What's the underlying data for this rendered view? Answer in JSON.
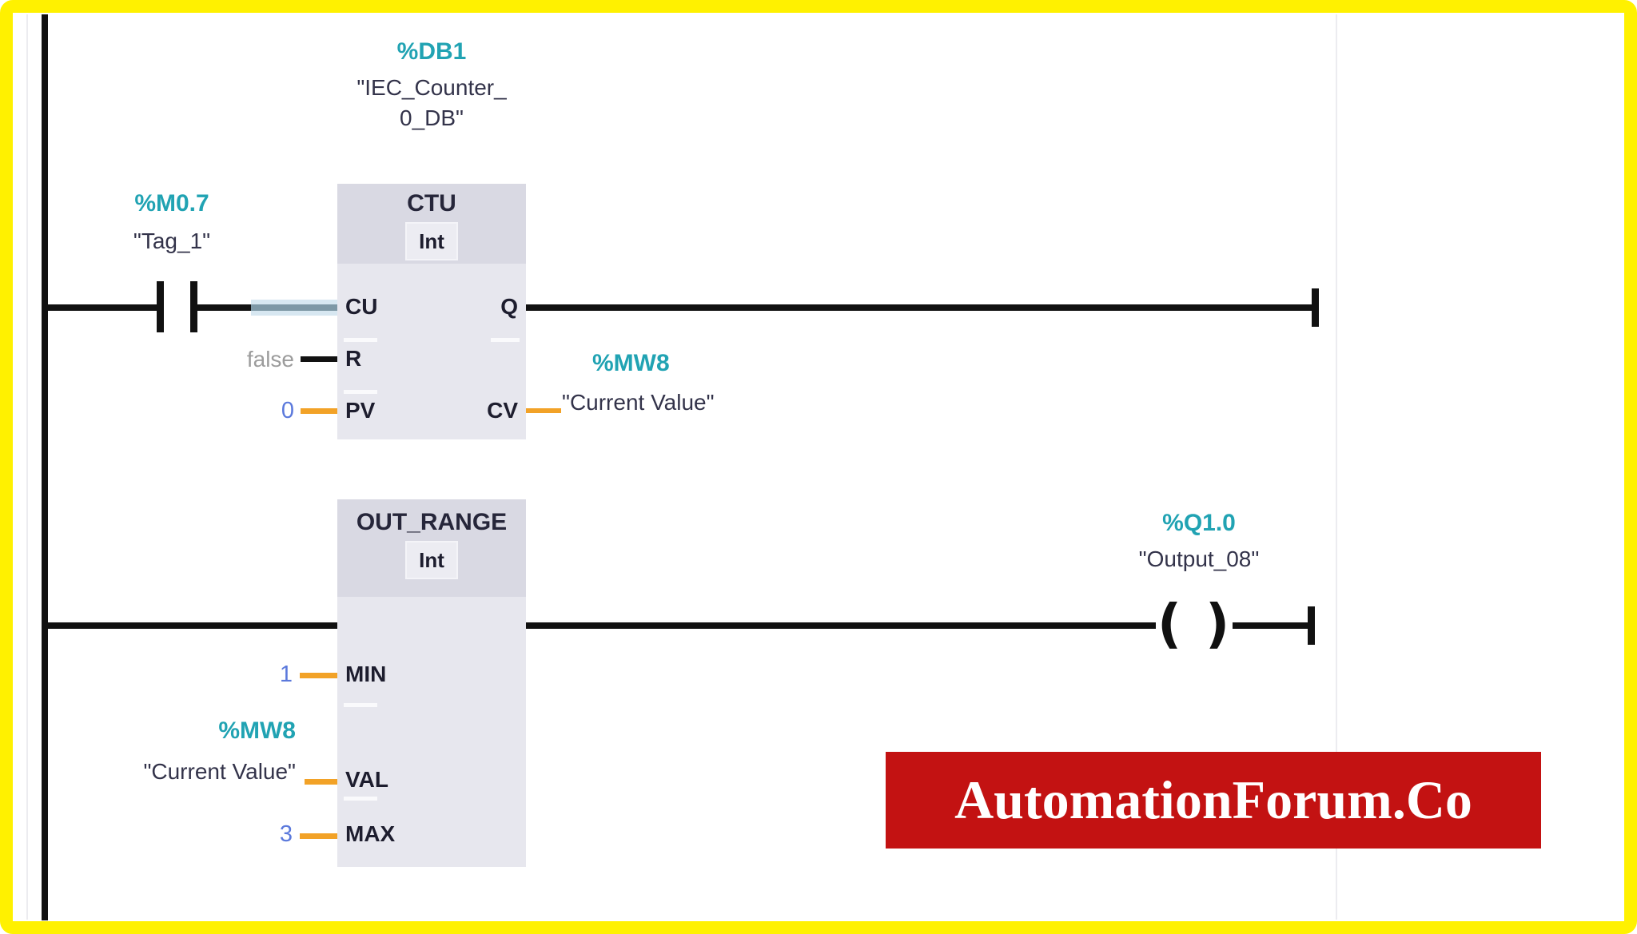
{
  "colors": {
    "frame_yellow": "#FFF100",
    "address_teal": "#21A3B3",
    "operand_dark": "#33334A",
    "constant_blue": "#5B79DC",
    "default_gray": "#9C9C9C",
    "wire_orange": "#F2A227",
    "wire_black": "#111111",
    "wire_highlight": "#7E98A6",
    "block_header": "#D9D9E3",
    "block_body": "#E7E7EE",
    "banner_red": "#C31212"
  },
  "rung1": {
    "db": {
      "address": "%DB1",
      "name_line1": "\"IEC_Counter_",
      "name_line2": "0_DB\""
    },
    "contact": {
      "address": "%M0.7",
      "name": "\"Tag_1\""
    },
    "block": {
      "title": "CTU",
      "type": "Int",
      "inputs": [
        "CU",
        "R",
        "PV"
      ],
      "outputs": [
        "Q",
        "CV"
      ]
    },
    "r_value": "false",
    "pv_value": "0",
    "cv": {
      "address": "%MW8",
      "name": "\"Current Value\""
    }
  },
  "rung2": {
    "block": {
      "title": "OUT_RANGE",
      "type": "Int",
      "inputs": [
        "MIN",
        "VAL",
        "MAX"
      ]
    },
    "min_value": "1",
    "val": {
      "address": "%MW8",
      "name": "\"Current Value\""
    },
    "max_value": "3",
    "coil": {
      "address": "%Q1.0",
      "name": "\"Output_08\""
    }
  },
  "watermark": {
    "text": "AutomationForum.Co"
  }
}
